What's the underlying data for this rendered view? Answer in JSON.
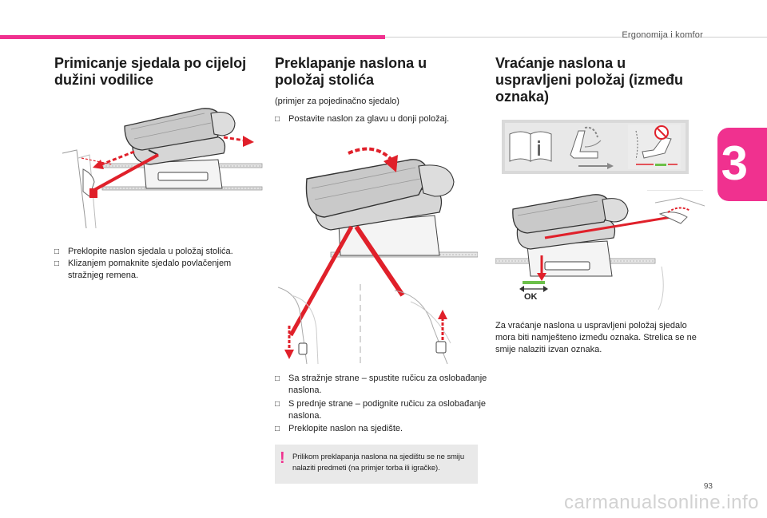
{
  "header": {
    "section_label": "Ergonomija i komfor",
    "chapter_number": "3"
  },
  "col1": {
    "title": "Primicanje sjedala po cijeloj dužini vodilice",
    "bullets": [
      "Preklopite naslon sjedala u položaj stolića.",
      "Klizanjem pomaknite sjedalo povlačenjem stražnjeg remena."
    ]
  },
  "col2": {
    "title": "Preklapanje naslona u položaj stolića",
    "subtitle": "(primjer za pojedinačno sjedalo)",
    "intro_bullet": "Postavite naslon za glavu u donji položaj.",
    "bullets": [
      "Sa stražnje strane – spustite ručicu za oslobađanje naslona.",
      "S prednje strane – podignite ručicu za oslobađanje naslona.",
      "Preklopite naslon na sjedište."
    ],
    "warning": "Prilikom preklapanja naslona na sjedištu se ne smiju nalaziti predmeti (na primjer torba ili igračke)."
  },
  "col3": {
    "title": "Vraćanje naslona u uspravljeni položaj (između oznaka)",
    "ok_label": "OK",
    "body": "Za vraćanje naslona u uspravljeni položaj sjedalo mora biti namješteno između oznaka. Strelica se ne smije nalaziti izvan oznaka."
  },
  "footer": {
    "page_number": "93",
    "watermark": "carmanualsonline.info"
  },
  "colors": {
    "accent": "#f0318f",
    "arrow_red": "#e0202a",
    "ok_green": "#6cc04a"
  },
  "icons": {
    "bullet": "checkbox-bullet-icon",
    "warning": "exclamation-icon",
    "manual": "manual-book-icon"
  }
}
